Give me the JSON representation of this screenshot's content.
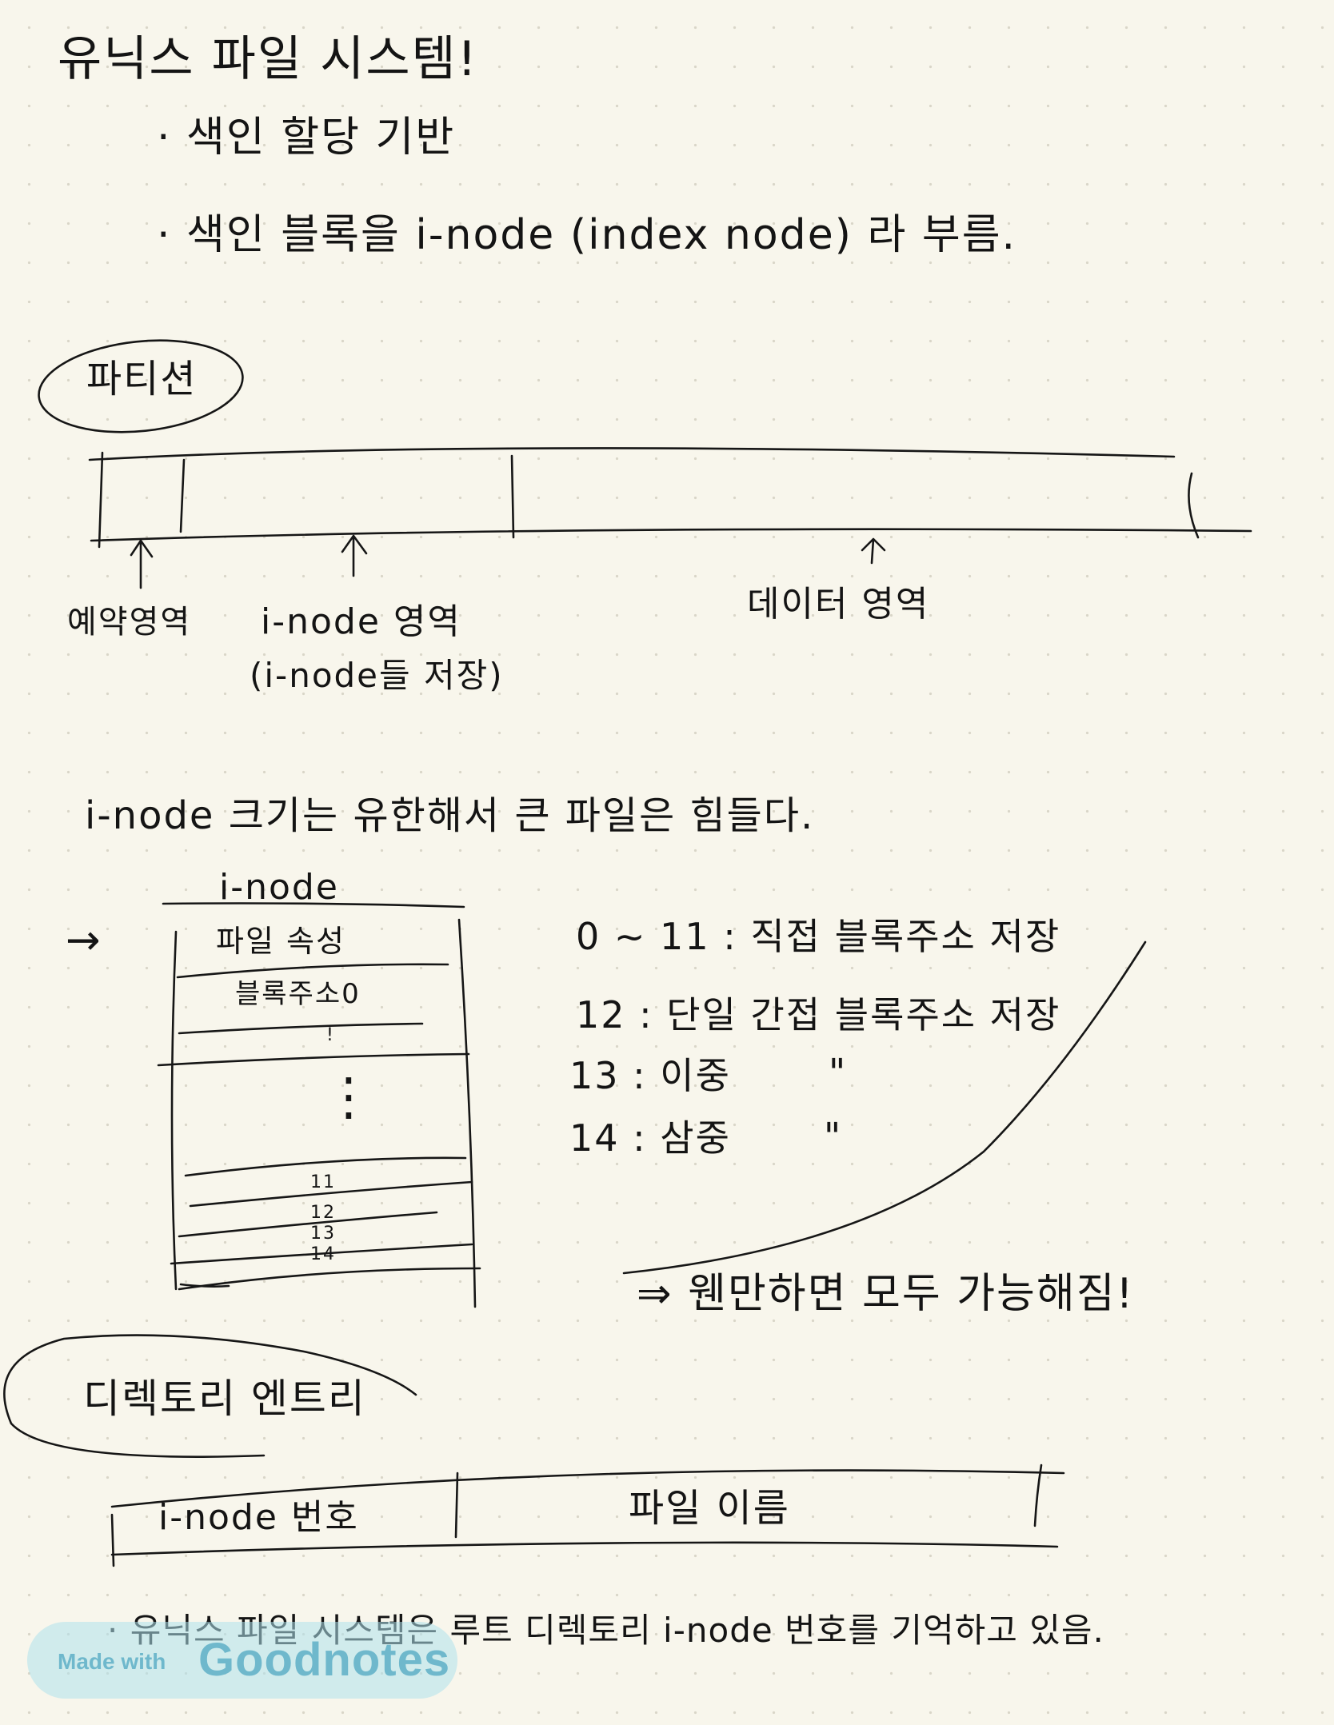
{
  "note": {
    "title": "유닉스 파일 시스템!",
    "bullets": [
      "· 색인 할당 기반",
      "· 색인 블록을 i-node (index node) 라 부름."
    ]
  },
  "partition": {
    "label": "파티션",
    "areas": [
      "예약영역",
      "i-node 영역",
      "(i-node들 저장)",
      "데이터 영역"
    ]
  },
  "inode": {
    "limit_note": "i-node 크기는 유한해서 큰 파일은 힘들다.",
    "table_title": "i-node",
    "arrow": "→",
    "rows": [
      "파일 속성",
      "블록주소0",
      "!",
      "⋮",
      "11",
      "12",
      "13",
      "14"
    ],
    "descriptions": [
      "0 ~ 11 : 직접 블록주소 저장",
      "12 : 단일 간접 블록주소 저장",
      "13 : 이중",
      "14 : 삼중"
    ],
    "ditto": "\"",
    "conclusion": "⇒ 웬만하면 모두 가능해짐!"
  },
  "directory_entry": {
    "label": "디렉토리 엔트리",
    "columns": [
      "i-node 번호",
      "파일 이름"
    ],
    "footer": "· 유닉스 파일 시스템은 루트 디렉토리 i-node 번호를 기억하고 있음."
  },
  "watermark": {
    "prefix": "Made with",
    "brand": "Goodnotes"
  }
}
